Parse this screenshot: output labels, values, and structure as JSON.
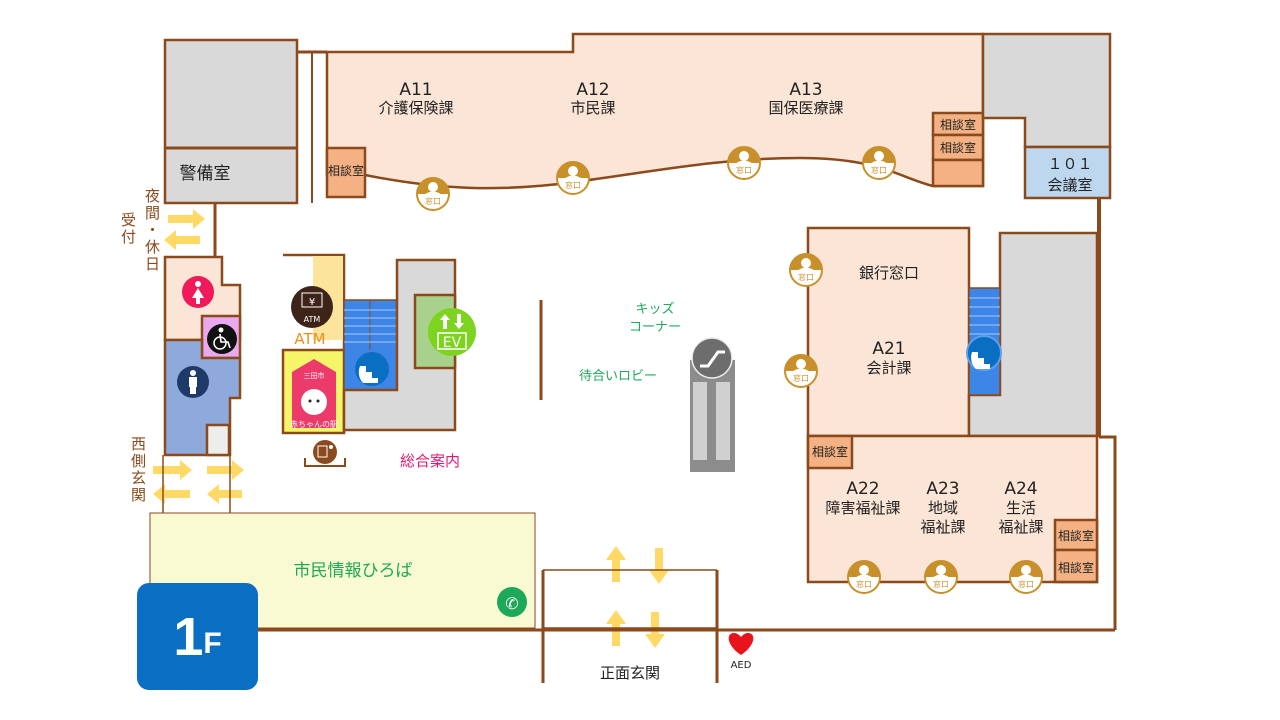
{
  "floor": {
    "number": "1",
    "suffix": "F"
  },
  "rooms": {
    "guard": "警備室",
    "a11": {
      "code": "A11",
      "name": "介護保険課"
    },
    "a12": {
      "code": "A12",
      "name": "市民課"
    },
    "a13": {
      "code": "A13",
      "name": "国保医療課"
    },
    "consult": "相談室",
    "meeting": {
      "code": "１０１",
      "name": "会議室"
    },
    "bank": "銀行窓口",
    "a21": {
      "code": "A21",
      "name": "会計課"
    },
    "a22": {
      "code": "A22",
      "name": "障害福祉課"
    },
    "a23": {
      "code": "A23",
      "line1": "地域",
      "line2": "福祉課"
    },
    "a24": {
      "code": "A24",
      "line1": "生活",
      "line2": "福祉課"
    },
    "kids": {
      "line1": "キッズ",
      "line2": "コーナー"
    },
    "lobby": "待合いロビー",
    "info": "総合案内",
    "plaza": "市民情報ひろば",
    "main_entrance": "正面玄関",
    "atm": "ATM",
    "atm_icon": "ATM",
    "ev": "EV",
    "baby": {
      "top": "三田市",
      "bottom": "赤ちゃんの駅"
    },
    "aed": "AED",
    "window": "窓口"
  },
  "entrances": {
    "night": {
      "line1": "夜間・休日",
      "line2": "受付"
    },
    "west": "西側玄関"
  },
  "colors": {
    "wall": "#8a4a1c",
    "office": "#fbe5d6",
    "consult": "#f4b183",
    "stairs": "#3d85e6",
    "arrow": "#ffd966",
    "floor_badge": "#0a6fc2"
  },
  "icons": [
    "female-toilet-icon",
    "accessible-toilet-icon",
    "male-toilet-icon",
    "atm-icon",
    "elevator-icon",
    "stairs-icon",
    "escalator-icon",
    "baby-station-icon",
    "info-desk-icon",
    "phone-icon",
    "aed-heart-icon",
    "window-staff-icon"
  ]
}
